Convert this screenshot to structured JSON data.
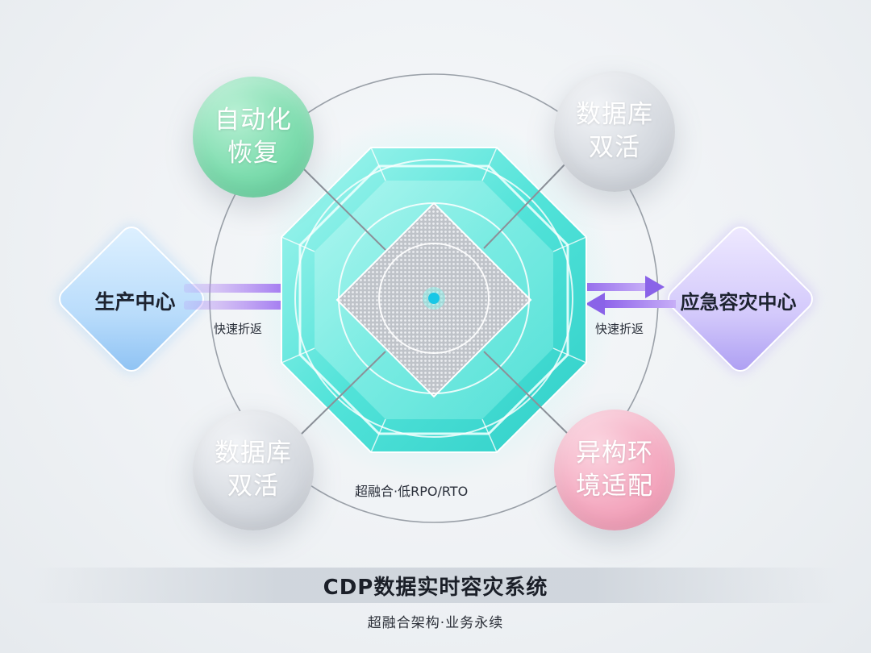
{
  "nodes": {
    "top_left": [
      "自动化",
      "恢复"
    ],
    "top_right": [
      "数据库",
      "双活"
    ],
    "bottom_left": [
      "数据库",
      "双活"
    ],
    "bottom_right": [
      "异构环",
      "境适配"
    ]
  },
  "left_center": "生产中心",
  "right_center": "应急容灾中心",
  "link_left_label": "快速折返",
  "link_right_label": "快速折返",
  "core_label": "超融合·低RPO/RTO",
  "title": "CDP数据实时容灾系统",
  "subtitle": "超融合架构·业务永续",
  "colors": {
    "cyan": "#3fe0d6",
    "green": "#7ddcae",
    "pink": "#f4a9c0",
    "gray": "#d6dae0",
    "blue_diamond": "#7fb8f2",
    "purple_diamond": "#a99bf0",
    "purple_arrow": "#8a63e8"
  }
}
